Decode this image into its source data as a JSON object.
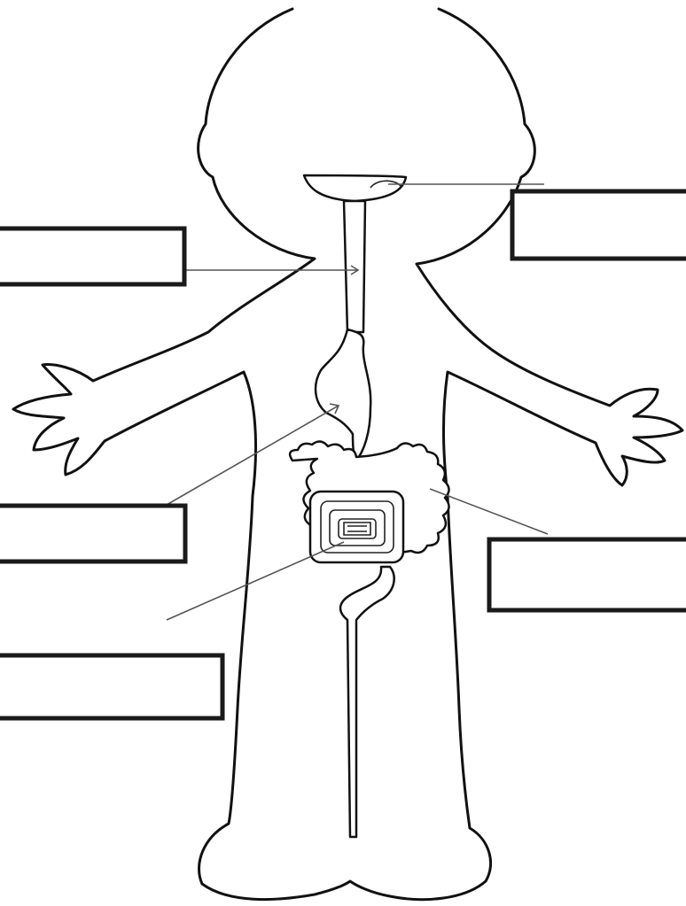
{
  "diagram": {
    "subject": "digestive-system-worksheet",
    "labels": [
      {
        "id": "mouth",
        "text": ""
      },
      {
        "id": "esophagus",
        "text": ""
      },
      {
        "id": "stomach",
        "text": ""
      },
      {
        "id": "large-intestine",
        "text": ""
      },
      {
        "id": "small-intestine",
        "text": ""
      }
    ]
  },
  "colors": {
    "line": "#111111",
    "leader": "#555555",
    "paper": "#ffffff"
  }
}
